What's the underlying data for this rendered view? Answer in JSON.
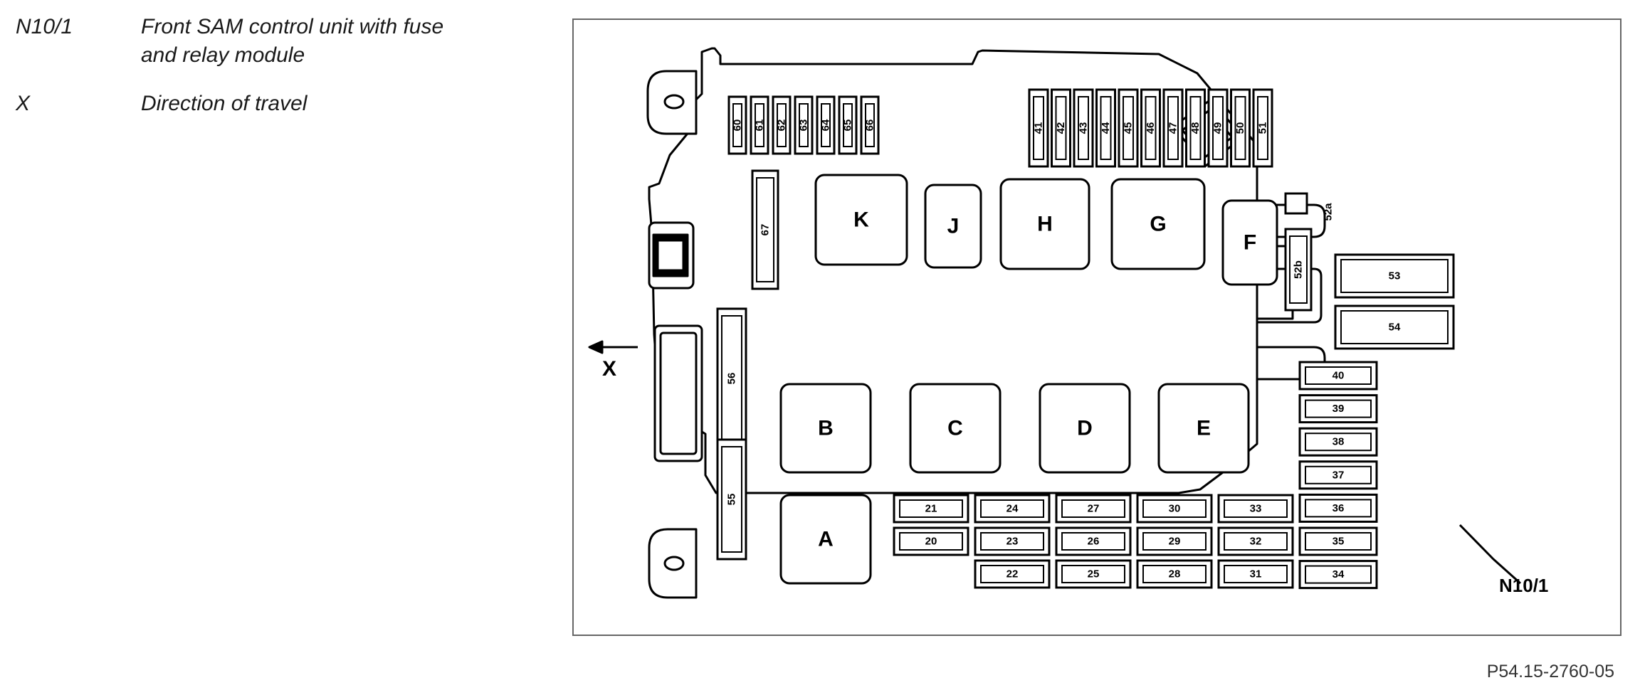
{
  "legend": [
    {
      "code": "N10/1",
      "description": "Front SAM control unit with fuse\nand relay module"
    },
    {
      "code": "X",
      "description": "Direction of travel"
    }
  ],
  "diagram": {
    "direction_label": "X",
    "unit_label": "N10/1",
    "relays": [
      "K",
      "J",
      "H",
      "G",
      "F",
      "B",
      "C",
      "D",
      "E",
      "A"
    ],
    "top_left_fuses": [
      "60",
      "61",
      "62",
      "63",
      "64",
      "65",
      "66"
    ],
    "top_right_fuses": [
      "41",
      "42",
      "43",
      "44",
      "45",
      "46",
      "47",
      "48",
      "49",
      "50",
      "51"
    ],
    "vertical_fuses": [
      "67",
      "56",
      "55",
      "52b"
    ],
    "small_label": "52a",
    "large_fuses": [
      "53",
      "54"
    ],
    "right_column_fuses": [
      "40",
      "39",
      "38",
      "37",
      "36",
      "35",
      "34"
    ],
    "grid_row1": [
      "21",
      "24",
      "27",
      "30",
      "33"
    ],
    "grid_row2": [
      "20",
      "23",
      "26",
      "29",
      "32"
    ],
    "grid_row3": [
      "22",
      "25",
      "28",
      "31"
    ]
  },
  "figure_code": "P54.15-2760-05"
}
